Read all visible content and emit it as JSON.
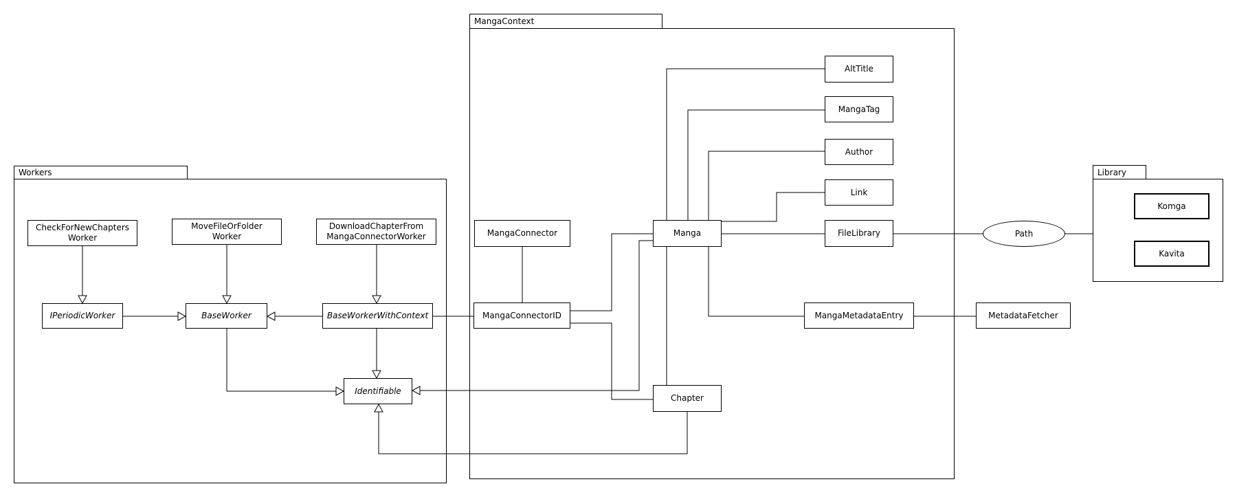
{
  "diagram_type": "uml-class-diagram",
  "colors": {
    "stroke": "#000000",
    "background": "#ffffff",
    "node_fill": "#ffffff"
  },
  "packages": {
    "workers": {
      "label": "Workers"
    },
    "manga_context": {
      "label": "MangaContext"
    },
    "library": {
      "label": "Library"
    }
  },
  "nodes": {
    "check_for_new_chapters_worker": {
      "line1": "CheckForNewChapters",
      "line2": "Worker",
      "abstract": false
    },
    "move_file_or_folder_worker": {
      "line1": "MoveFileOrFolder",
      "line2": "Worker",
      "abstract": false
    },
    "download_chapter_from_manga_connector_worker": {
      "line1": "DownloadChapterFrom",
      "line2": "MangaConnectorWorker",
      "abstract": false
    },
    "iperiodic_worker": {
      "line1": "IPeriodicWorker",
      "abstract": true
    },
    "base_worker": {
      "line1": "BaseWorker",
      "abstract": true
    },
    "base_worker_with_context": {
      "line1": "BaseWorkerWithContext",
      "abstract": true
    },
    "identifiable": {
      "line1": "Identifiable",
      "abstract": true
    },
    "manga_connector": {
      "line1": "MangaConnector",
      "abstract": false
    },
    "manga_connector_id": {
      "line1": "MangaConnectorID",
      "abstract": false
    },
    "manga": {
      "line1": "Manga",
      "abstract": false
    },
    "chapter": {
      "line1": "Chapter",
      "abstract": false
    },
    "alt_title": {
      "line1": "AltTitle",
      "abstract": false
    },
    "manga_tag": {
      "line1": "MangaTag",
      "abstract": false
    },
    "author": {
      "line1": "Author",
      "abstract": false
    },
    "link": {
      "line1": "Link",
      "abstract": false
    },
    "file_library": {
      "line1": "FileLibrary",
      "abstract": false
    },
    "manga_metadata_entry": {
      "line1": "MangaMetadataEntry",
      "abstract": false
    },
    "metadata_fetcher": {
      "line1": "MetadataFetcher",
      "abstract": false
    },
    "path": {
      "line1": "Path",
      "shape": "ellipse",
      "abstract": false
    },
    "komga": {
      "line1": "Komga",
      "abstract": false
    },
    "kavita": {
      "line1": "Kavita",
      "abstract": false
    }
  },
  "edges": [
    {
      "from": "CheckForNewChaptersWorker",
      "to": "IPeriodicWorker",
      "type": "inheritance"
    },
    {
      "from": "MoveFileOrFolderWorker",
      "to": "BaseWorker",
      "type": "inheritance"
    },
    {
      "from": "DownloadChapterFromMangaConnectorWorker",
      "to": "BaseWorkerWithContext",
      "type": "inheritance"
    },
    {
      "from": "IPeriodicWorker",
      "to": "BaseWorker",
      "type": "inheritance"
    },
    {
      "from": "BaseWorkerWithContext",
      "to": "BaseWorker",
      "type": "inheritance"
    },
    {
      "from": "BaseWorker",
      "to": "Identifiable",
      "type": "inheritance"
    },
    {
      "from": "BaseWorkerWithContext",
      "to": "Identifiable",
      "type": "inheritance"
    },
    {
      "from": "BaseWorkerWithContext",
      "to": "MangaConnectorID",
      "type": "association"
    },
    {
      "from": "MangaConnector",
      "to": "MangaConnectorID",
      "type": "association"
    },
    {
      "from": "MangaConnectorID",
      "to": "Manga",
      "type": "association"
    },
    {
      "from": "MangaConnectorID",
      "to": "Chapter",
      "type": "association"
    },
    {
      "from": "Manga",
      "to": "AltTitle",
      "type": "association"
    },
    {
      "from": "Manga",
      "to": "MangaTag",
      "type": "association"
    },
    {
      "from": "Manga",
      "to": "Author",
      "type": "association"
    },
    {
      "from": "Manga",
      "to": "Link",
      "type": "association"
    },
    {
      "from": "Manga",
      "to": "FileLibrary",
      "type": "association"
    },
    {
      "from": "Manga",
      "to": "Identifiable",
      "type": "inheritance"
    },
    {
      "from": "Manga",
      "to": "Chapter",
      "type": "association"
    },
    {
      "from": "Manga",
      "to": "MangaMetadataEntry",
      "type": "association"
    },
    {
      "from": "Chapter",
      "to": "Identifiable",
      "type": "inheritance"
    },
    {
      "from": "FileLibrary",
      "to": "Path",
      "type": "association"
    },
    {
      "from": "Path",
      "to": "Library",
      "type": "association"
    },
    {
      "from": "MangaMetadataEntry",
      "to": "MetadataFetcher",
      "type": "association"
    }
  ]
}
